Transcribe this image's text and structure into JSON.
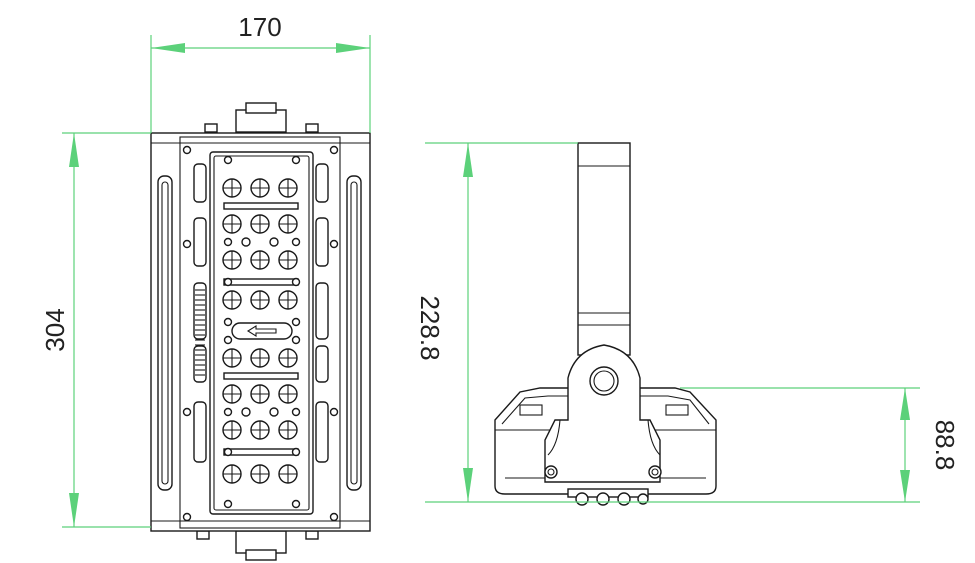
{
  "dimensions": {
    "width": "170",
    "front_height": "304",
    "side_height": "228.8",
    "housing_height": "88.8"
  },
  "colors": {
    "dimension_line": "#5cd17a",
    "outline": "#1a1a1a",
    "background": "#ffffff"
  }
}
